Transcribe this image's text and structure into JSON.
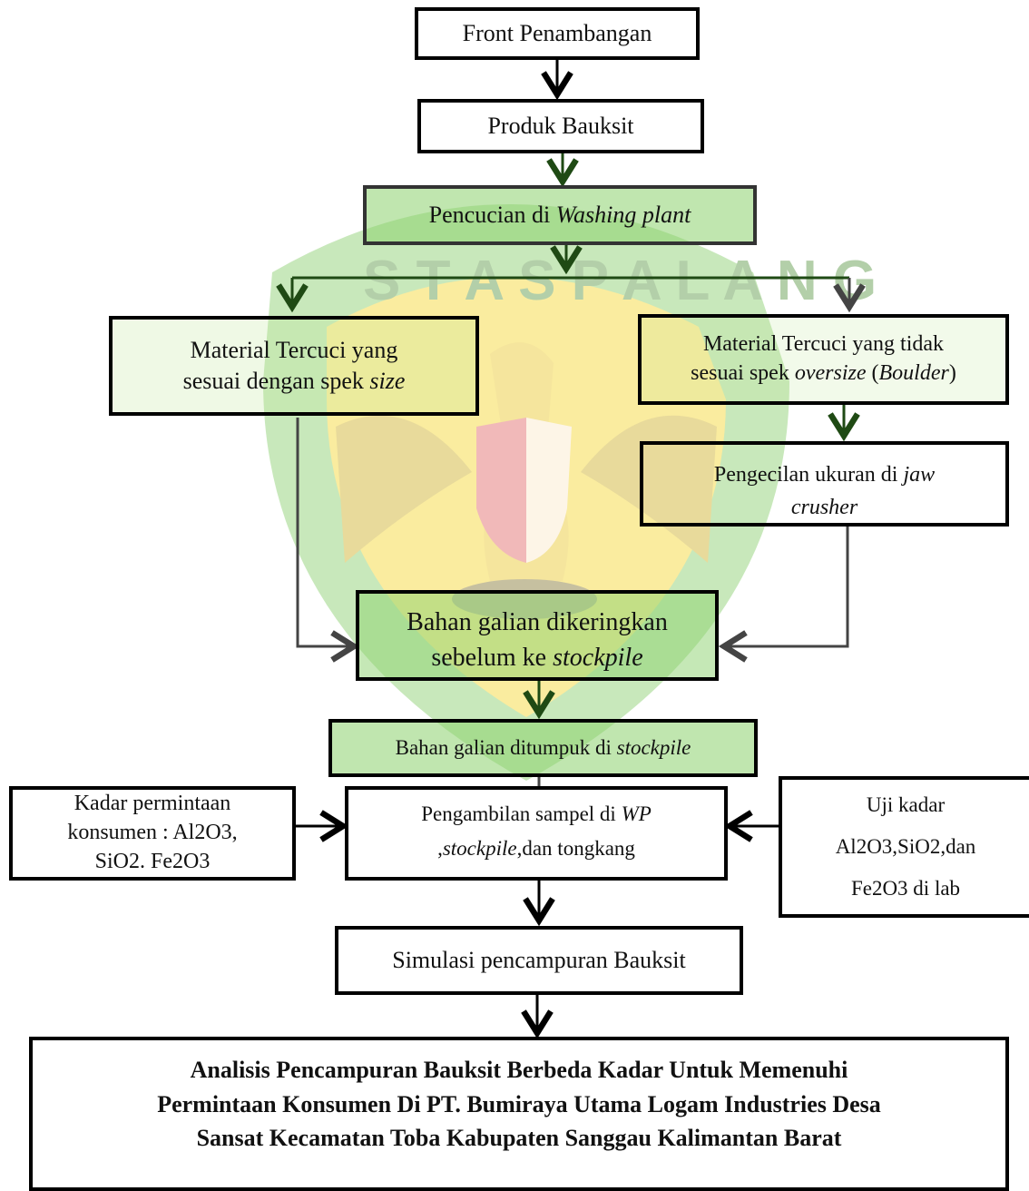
{
  "colors": {
    "border": "#000000",
    "arrow_dark": "#1f4a14",
    "arrow_gray": "#444444",
    "watermark_green": "#7dc95e",
    "watermark_yellow": "#f4d21c"
  },
  "nodes": {
    "front": {
      "text": "Front Penambangan"
    },
    "produk": {
      "text": "Produk Bauksit"
    },
    "pencucian": {
      "text_plain": "Pencucian di ",
      "text_italic_a": "Washing",
      "text_italic_b": " plant"
    },
    "sesuai": {
      "line1": "Material Tercuci yang",
      "line2_plain": "sesuai dengan spek ",
      "line2_italic": "size"
    },
    "tidak_sesuai": {
      "line1": "Material Tercuci yang tidak",
      "line2_plain": "sesuai spek ",
      "line2_italic": "oversize",
      "line2_paren_open": " (",
      "line2_italic2": "Boulder",
      "line2_paren_close": ")"
    },
    "jaw": {
      "line1_plain": "Pengecilan ukuran di ",
      "line1_italic": "jaw",
      "line2_italic": "crusher"
    },
    "dikeringkan": {
      "line1": "Bahan galian dikeringkan",
      "line2_plain": "sebelum ke ",
      "line2_italic": "stockpile"
    },
    "ditumpuk": {
      "text_plain": "Bahan galian ditumpuk di ",
      "text_italic": "stockpile"
    },
    "kadar_permintaan": {
      "line1": "Kadar permintaan",
      "line2": "konsumen : Al2O3,",
      "line3": "SiO2. Fe2O3"
    },
    "pengambilan": {
      "line1_plain": "Pengambilan sampel di ",
      "line1_italic": "WP",
      "line2_plain_a": ",",
      "line2_italic": "stockpile",
      "line2_plain_b": ",dan tongkang"
    },
    "uji_kadar": {
      "line1": "Uji kadar",
      "line2": "Al2O3,SiO2,dan",
      "line3": "Fe2O3 di lab"
    },
    "simulasi": {
      "text": "Simulasi pencampuran Bauksit"
    },
    "analisis": {
      "line1": "Analisis Pencampuran Bauksit Berbeda Kadar Untuk Memenuhi",
      "line2": "Permintaan Konsumen Di PT. Bumiraya Utama Logam Industries Desa",
      "line3": "Sansat Kecamatan Toba Kabupaten Sanggau Kalimantan Barat"
    }
  }
}
